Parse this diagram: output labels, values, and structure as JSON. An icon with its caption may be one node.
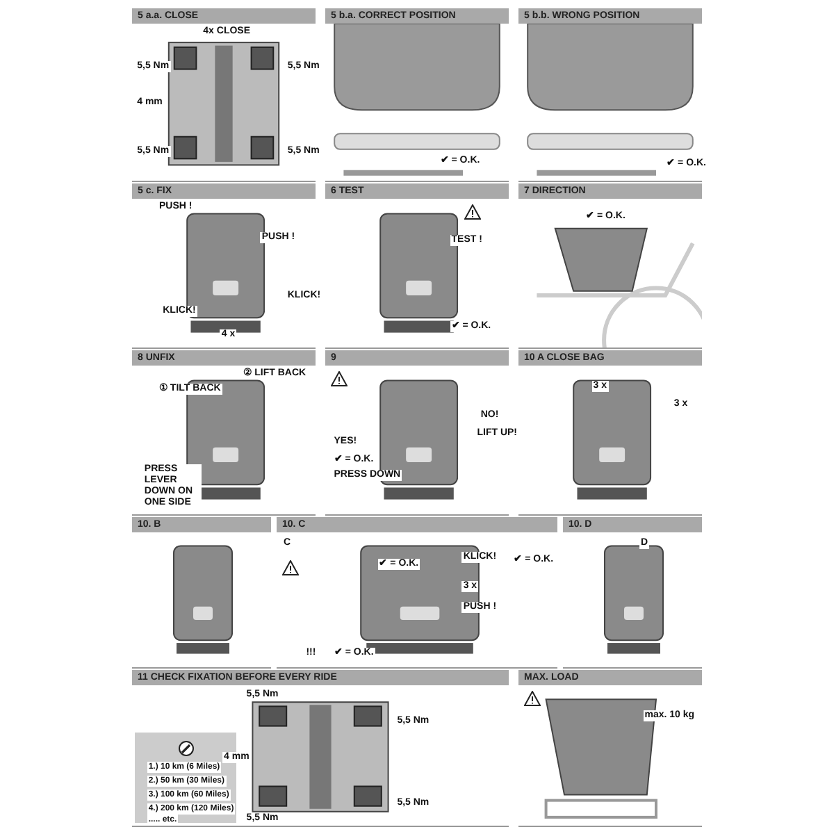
{
  "diagram": {
    "nodes": [
      {
        "text": [
          "5 a.a. CLOSE",
          "4x CLOSE",
          "5,5 Nm",
          "5,5 Nm",
          "4 mm",
          "5,5 Nm",
          "5,5 Nm"
        ]
      },
      {
        "text": [
          "5 b.a. CORRECT POSITION",
          "✔ = O.K."
        ]
      },
      {
        "text": [
          "5 b.b. WRONG POSITION",
          "✔ = O.K."
        ]
      },
      {
        "text": [
          "5 c. FIX",
          "PUSH !",
          "PUSH !",
          "KLICK!",
          "KLICK!",
          "4 x"
        ]
      },
      {
        "text": [
          "6 TEST",
          "TEST !",
          "✔ = O.K."
        ]
      },
      {
        "text": [
          "7 DIRECTION",
          "✔ = O.K."
        ]
      },
      {
        "text": [
          "8 UNFIX",
          "① TILT BACK",
          "② LIFT BACK",
          "PRESS LEVER DOWN ON ONE SIDE"
        ]
      },
      {
        "text": [
          "9",
          "YES!",
          "✔ = O.K.",
          "PRESS DOWN",
          "NO!",
          "LIFT UP!"
        ]
      },
      {
        "text": [
          "10 A CLOSE BAG",
          "3 x",
          "3 x"
        ]
      },
      {
        "text": [
          "10. B"
        ]
      },
      {
        "text": [
          "10. C",
          "C",
          "✔ = O.K.",
          "KLICK!",
          "✔ = O.K.",
          "3 x",
          "PUSH !",
          "!!!",
          "✔ = O.K."
        ]
      },
      {
        "text": [
          "10. D",
          "D"
        ]
      },
      {
        "text": [
          "11 CHECK FIXATION BEFORE EVERY RIDE",
          "1.) 10 km (6 Miles)",
          "2.) 50 km (30 Miles)",
          "3.) 100 km (60 Miles)",
          "4.) 200 km (120 Miles)",
          "..... etc.",
          "5,5 Nm",
          "5,5 Nm",
          "4 mm",
          "5,5 Nm",
          "5,5 Nm"
        ]
      },
      {
        "text": [
          "MAX. LOAD",
          "max. 10 kg"
        ]
      }
    ]
  }
}
